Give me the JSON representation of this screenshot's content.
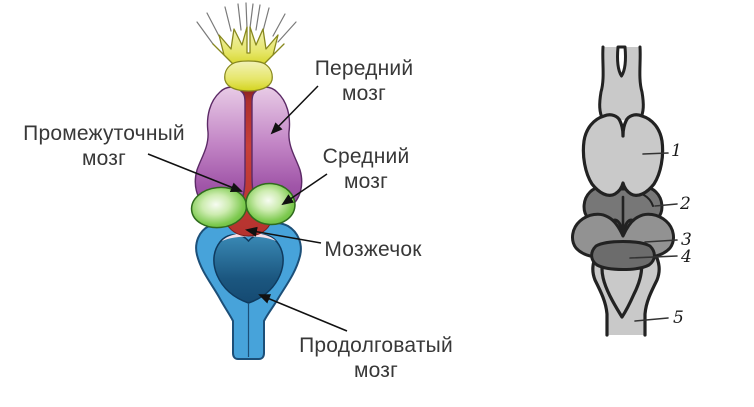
{
  "left_figure": {
    "labels": {
      "forebrain": "Передний\nмозг",
      "diencephalon": "Промежуточный\nмозг",
      "midbrain": "Средний\nмозг",
      "cerebellum": "Мозжечок",
      "medulla": "Продолговатый\nмозг"
    },
    "colors": {
      "forebrain_purple": "#b46ab4",
      "diencephalon_red": "#c23a34",
      "midbrain_green": "#7cc94e",
      "medulla_blue": "#47a3da",
      "ventricle_navy": "#1c5480",
      "olfactory_yellow": "#dcdc2c",
      "arrow_black": "#111111"
    }
  },
  "right_figure": {
    "numbers": [
      "1",
      "2",
      "3",
      "4",
      "5"
    ],
    "colors": {
      "fill_light_gray": "#c9c9c9",
      "fill_mid_gray": "#929292",
      "fill_dark_gray": "#777777",
      "fill_darker_gray": "#6c6c6c",
      "outline_dark": "#222222"
    }
  }
}
